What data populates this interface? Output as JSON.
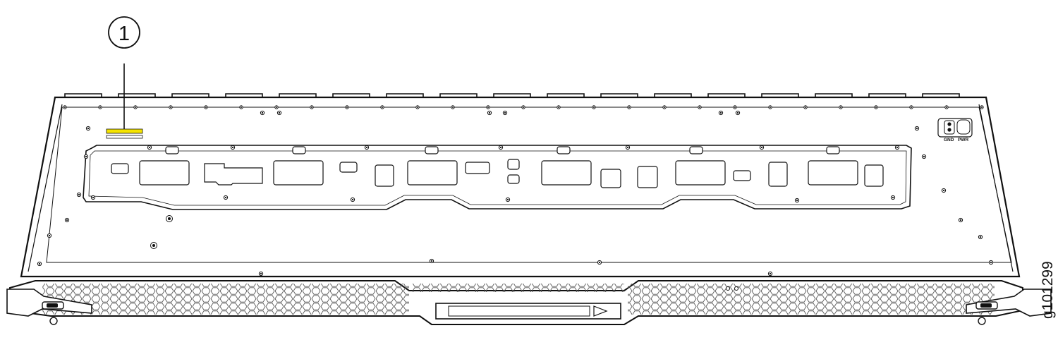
{
  "callouts": [
    {
      "number": "1"
    }
  ],
  "figure_id": "g101299",
  "panel_labels": {
    "ground": "GND",
    "power": "PWR"
  },
  "colors": {
    "line": "#111111",
    "label_highlight": "#f5e400",
    "background": "#ffffff",
    "mesh": "#555555"
  }
}
